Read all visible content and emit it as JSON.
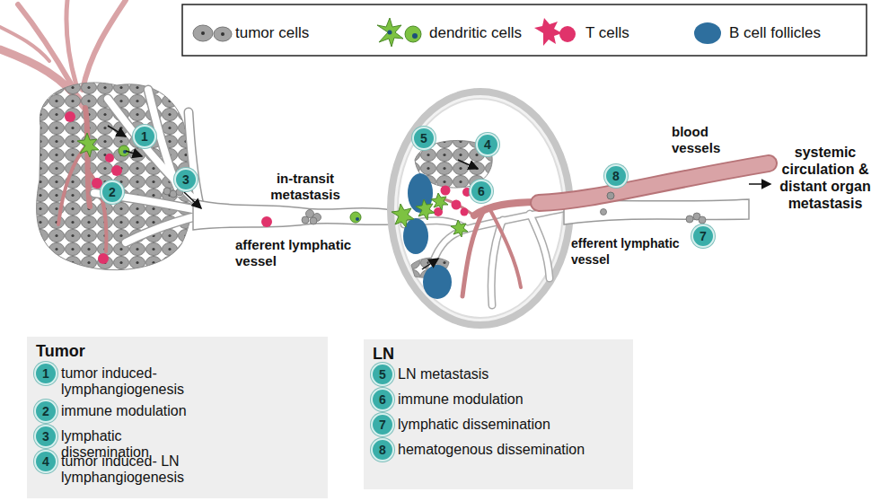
{
  "diagram": {
    "nodes": [
      {
        "text": [
          "1"
        ]
      },
      {
        "text": [
          "2"
        ]
      },
      {
        "text": [
          "3"
        ]
      },
      {
        "text": [
          "4"
        ]
      },
      {
        "text": [
          "5"
        ]
      },
      {
        "text": [
          "6"
        ]
      },
      {
        "text": [
          "7"
        ]
      },
      {
        "text": [
          "8"
        ]
      },
      {
        "text": [
          "Tumor",
          "tumor induced- lymphangiogenesis",
          "immune modulation",
          "lymphatic dissemination",
          "tumor induced- LN lymphangiogenesis"
        ]
      },
      {
        "text": [
          "1"
        ],
        "in": 8
      },
      {
        "text": [
          "2"
        ],
        "in": 8
      },
      {
        "text": [
          "3"
        ],
        "in": 8
      },
      {
        "text": [
          "4"
        ],
        "in": 8
      },
      {
        "text": [
          "LN",
          "LN metastasis",
          "immune modulation",
          "lymphatic dissemination",
          "hematogenous dissemination"
        ]
      },
      {
        "text": [
          "5"
        ],
        "in": 13
      },
      {
        "text": [
          "6"
        ],
        "in": 13
      },
      {
        "text": [
          "7"
        ],
        "in": 13
      },
      {
        "text": [
          "8"
        ],
        "in": 13
      }
    ],
    "edges": [],
    "labels": [
      "in-transit metastasis",
      "afferent lymphatic vessel",
      "blood vessels",
      "efferent lymphatic vessel",
      "systemic circulation & distant organ metastasis"
    ],
    "legend": [
      {
        "text": "tumor cells"
      },
      {
        "text": "dendritic cells"
      },
      {
        "text": "T cells"
      },
      {
        "text": "B cell follicles"
      }
    ]
  }
}
